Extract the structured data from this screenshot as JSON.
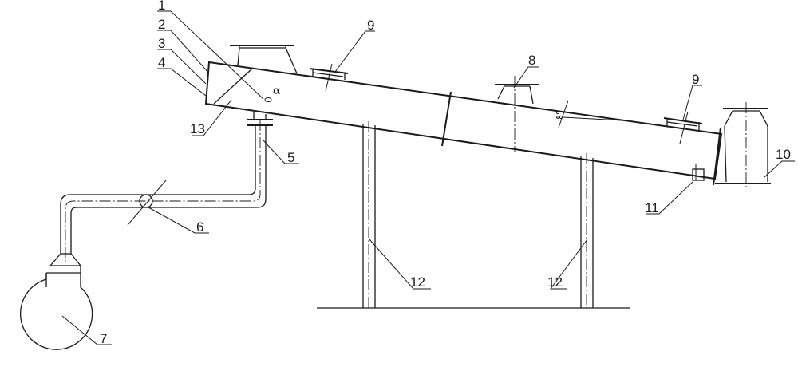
{
  "labels": {
    "l1": "1",
    "l2": "2",
    "l3": "3",
    "l4": "4",
    "l5": "5",
    "l6": "6",
    "l7": "7",
    "l8": "8",
    "l9a": "9",
    "l9b": "9",
    "l10": "10",
    "l11": "11",
    "l12a": "12",
    "l12b": "12",
    "l13": "13"
  },
  "angle_symbol": "α"
}
